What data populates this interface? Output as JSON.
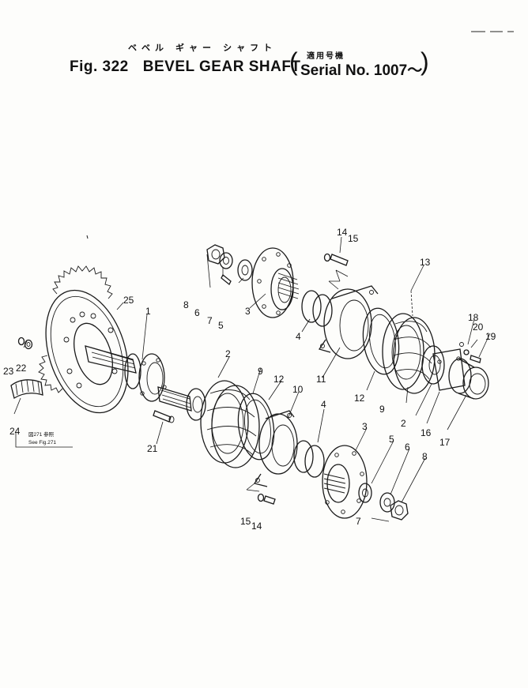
{
  "header": {
    "jp_title": "ベベル ギャー シャフト",
    "fig_number": "Fig. 322",
    "title": "BEVEL GEAR SHAFT",
    "jp_applicable": "適用号機",
    "serial": "Serial No. 1007～"
  },
  "note": {
    "line1": "図271 参照",
    "line2": "See Fig.271"
  },
  "callouts": {
    "p1": "1",
    "p2a": "2",
    "p2b": "2",
    "p3a": "3",
    "p3b": "3",
    "p4a": "4",
    "p4b": "4",
    "p5a": "5",
    "p5b": "5",
    "p6a": "6",
    "p6b": "6",
    "p7a": "7",
    "p7b": "7",
    "p8a": "8",
    "p8b": "8",
    "p9a": "9",
    "p9b": "9",
    "p10": "10",
    "p11": "11",
    "p12a": "12",
    "p12b": "12",
    "p13": "13",
    "p14a": "14",
    "p14b": "14",
    "p15a": "15",
    "p15b": "15",
    "p16": "16",
    "p17": "17",
    "p18": "18",
    "p19": "19",
    "p20": "20",
    "p21": "21",
    "p22": "22",
    "p23": "23",
    "p24": "24",
    "p25": "25"
  }
}
